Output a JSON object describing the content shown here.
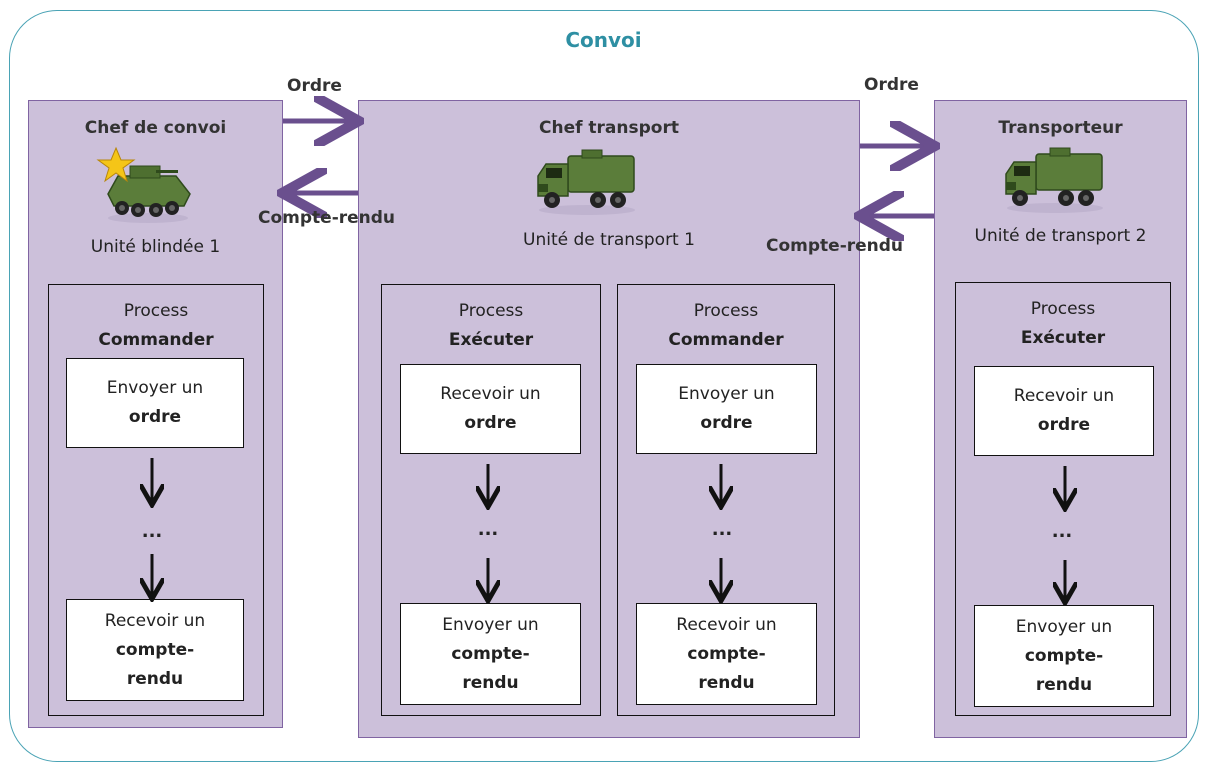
{
  "title": "Convoi",
  "units": [
    {
      "role": "Chef de convoi",
      "name": "Unité blindée 1",
      "vehicle_icon": "armored-vehicle-with-star-icon",
      "processes": [
        {
          "label": "Process",
          "type": "Commander",
          "first_step": {
            "line1": "Envoyer un",
            "line2": "ordre"
          },
          "ellipsis": "...",
          "last_step": {
            "line1": "Recevoir un",
            "line2": "compte-",
            "line3": "rendu"
          }
        }
      ]
    },
    {
      "role": "Chef transport",
      "name": "Unité de transport 1",
      "vehicle_icon": "military-truck-icon",
      "processes": [
        {
          "label": "Process",
          "type": "Exécuter",
          "first_step": {
            "line1": "Recevoir un",
            "line2": "ordre"
          },
          "ellipsis": "...",
          "last_step": {
            "line1": "Envoyer un",
            "line2": "compte-",
            "line3": "rendu"
          }
        },
        {
          "label": "Process",
          "type": "Commander",
          "first_step": {
            "line1": "Envoyer un",
            "line2": "ordre"
          },
          "ellipsis": "...",
          "last_step": {
            "line1": "Recevoir un",
            "line2": "compte-",
            "line3": "rendu"
          }
        }
      ]
    },
    {
      "role": "Transporteur",
      "name": "Unité de transport 2",
      "vehicle_icon": "military-truck-icon",
      "processes": [
        {
          "label": "Process",
          "type": "Exécuter",
          "first_step": {
            "line1": "Recevoir un",
            "line2": "ordre"
          },
          "ellipsis": "...",
          "last_step": {
            "line1": "Envoyer un",
            "line2": "compte-",
            "line3": "rendu"
          }
        }
      ]
    }
  ],
  "messages": {
    "order_1": "Ordre",
    "report_1": "Compte-rendu",
    "order_2": "Ordre",
    "report_2": "Compte-rendu"
  },
  "colors": {
    "unit_fill": "#ccc0da",
    "unit_border": "#8064a2",
    "message_arrow": "#6a4f8e",
    "convoy_border": "#4aa3b5",
    "title": "#2e8fa3"
  }
}
